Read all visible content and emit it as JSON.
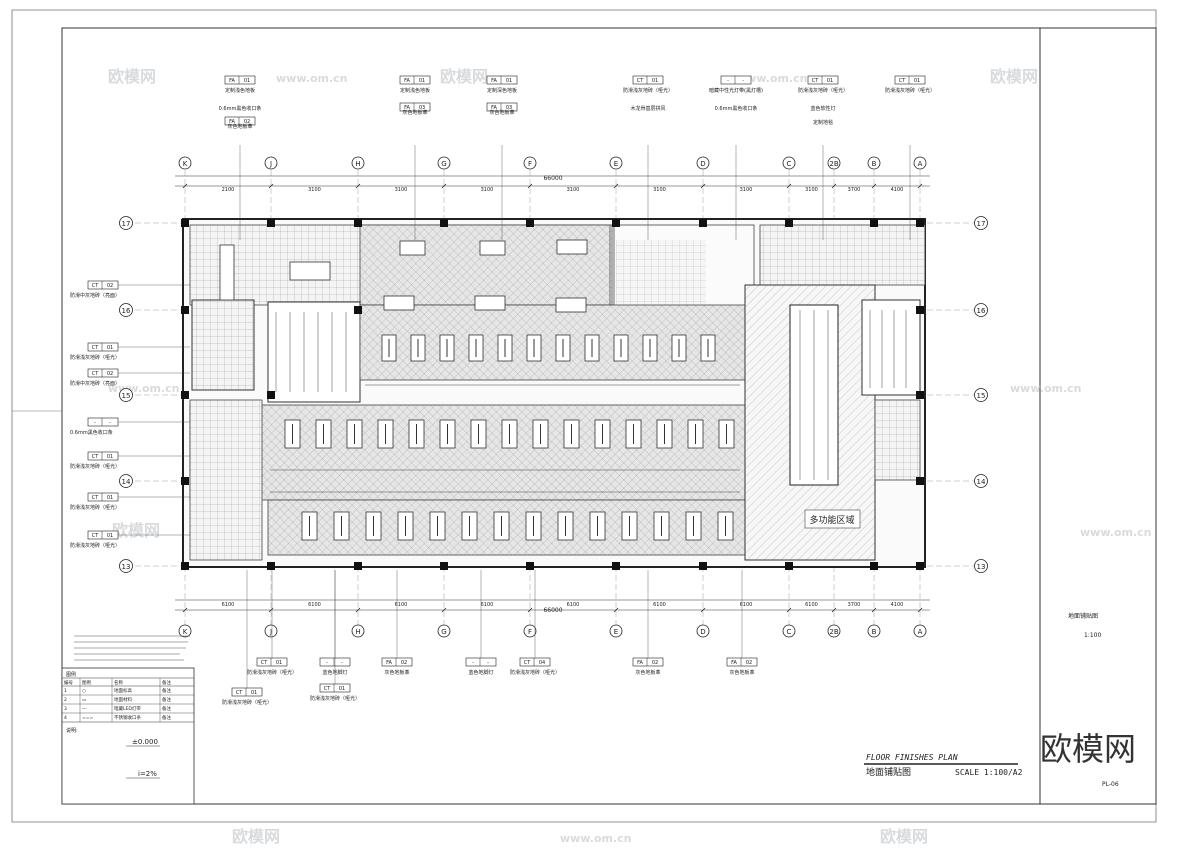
{
  "sheet": {
    "title_en": "FLOOR FINISHES PLAN",
    "title_cn": "地面铺贴图",
    "scale_text": "SCALE 1:100/A2",
    "sheet_no": "PL-06",
    "side_title": "地面铺贴图",
    "side_scale": "1:100"
  },
  "watermark": {
    "logo": "欧模网",
    "site": "www.om.cn"
  },
  "grid": {
    "columns": [
      "K",
      "J",
      "H",
      "G",
      "F",
      "E",
      "D",
      "C",
      "2B",
      "B",
      "A"
    ],
    "rows": [
      "17",
      "16",
      "15",
      "14",
      "13"
    ],
    "top_dims": [
      "2100",
      "3100",
      "3100",
      "3100",
      "3100",
      "3100",
      "3100",
      "3100",
      "3700",
      "4100"
    ],
    "top_total": "66000",
    "bottom_dims": [
      "6100",
      "6100",
      "6100",
      "6100",
      "6100",
      "6100",
      "6100",
      "6100",
      "3700",
      "4100"
    ],
    "bottom_total": "66000"
  },
  "callouts_top": [
    {
      "code": "FA 01",
      "lines": [
        "定制浅色地板",
        "0.6mm黑色收口条",
        "FA 02",
        "灰色地板革"
      ]
    },
    {
      "code": "FA 01",
      "lines": [
        "定制浅色地板",
        "FA 03",
        "灰色地板革"
      ]
    },
    {
      "code": "FA 01",
      "lines": [
        "定制深色地板",
        "FA 03",
        "灰色地板革"
      ]
    },
    {
      "code": "CT 01",
      "lines": [
        "防滑浅灰地砖（哑光）",
        "木龙骨基层拼风"
      ]
    },
    {
      "code": "- -",
      "lines": [
        "暗藏中性光灯带(黑灯槽)",
        "0.6mm黑色收口条"
      ]
    },
    {
      "code": "CT 01",
      "lines": [
        "防滑浅灰地砖（哑光）",
        "蓝色软性灯",
        "定制地毯"
      ]
    },
    {
      "code": "CT 01",
      "lines": [
        "防滑浅灰地砖（哑光）"
      ]
    }
  ],
  "callouts_left": [
    {
      "code": "CT 02",
      "text": "防滑中灰地砖（亮面）"
    },
    {
      "code": "CT 01",
      "text": "防滑浅灰地砖（哑光）"
    },
    {
      "code": "CT 02",
      "text": "防滑中灰地砖（亮面）"
    },
    {
      "code": "- -",
      "text": "0.6mm黑色收口条"
    },
    {
      "code": "CT 01",
      "text": "防滑浅灰地砖（哑光）"
    },
    {
      "code": "CT 01",
      "text": "防滑浅灰地砖（哑光）"
    },
    {
      "code": "CT 01",
      "text": "防滑浅灰地砖（哑光）"
    }
  ],
  "callouts_bottom": [
    {
      "code": "CT 01",
      "text": "防滑浅灰地砖（哑光）"
    },
    {
      "code": "CT 01",
      "text": "防滑浅灰地砖（哑光）"
    },
    {
      "code": "- -",
      "text": "蓝色地脚灯"
    },
    {
      "code": "CT 01",
      "text": "防滑浅灰地砖（哑光）"
    },
    {
      "code": "FA 02",
      "text": "灰色地板革"
    },
    {
      "code": "- -",
      "text": "蓝色地脚灯"
    },
    {
      "code": "CT 04",
      "text": "防滑浅灰地砖（哑光）"
    },
    {
      "code": "FA 02",
      "text": "灰色地板革"
    },
    {
      "code": "FA 02",
      "text": "灰色地板革"
    }
  ],
  "room_label": "多功能区域",
  "legend": {
    "title": "图例",
    "headers": [
      "编号",
      "图例",
      "名称",
      "备注"
    ],
    "rows": [
      [
        "1",
        "○",
        "地面标高",
        "备注"
      ],
      [
        "2",
        "▭",
        "地面材料",
        "备注"
      ],
      [
        "3",
        "---",
        "暗藏LED灯带",
        "备注"
      ],
      [
        "4",
        "===",
        "不锈钢收口条",
        "备注"
      ]
    ],
    "notes_title": "说明:",
    "level_text": "±0.000",
    "slope_text": "i=2%"
  }
}
